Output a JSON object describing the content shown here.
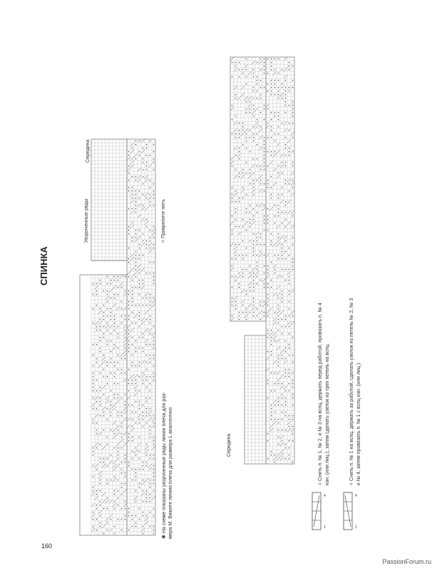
{
  "page": {
    "title": "СПИНКА",
    "page_number": "160",
    "watermark": "PassionForum.ru"
  },
  "chart1": {
    "label_center": "Середина",
    "label_short_rows": "Укороченные ряды",
    "note_attach": "= Прикрепите нить",
    "note_shoulder_1": "На схеме показаны укороченные ряды линии плеча для раз-",
    "note_shoulder_2": "мера М. Вяжите линию плеча для размера L аналогично",
    "marker_star": "✱"
  },
  "chart2": {
    "label_center": "Середина"
  },
  "legend": [
    {
      "line1": "= Снять п. № 1, № 2, и № 3 на вспц, держать перед работой, провязать п. № 4",
      "line2": "изн. (или лиц.), затем сделать узелок из трех петель на вспц."
    },
    {
      "line1": "= Снять п. № 1 на вспц, держать за работой, сделать узелок из петель № 2, № 3",
      "line2": "и № 4, затем провязать п. № 1 с вспц изн. (или лиц.)."
    }
  ],
  "colors": {
    "grid": "#555555",
    "text": "#222222"
  }
}
